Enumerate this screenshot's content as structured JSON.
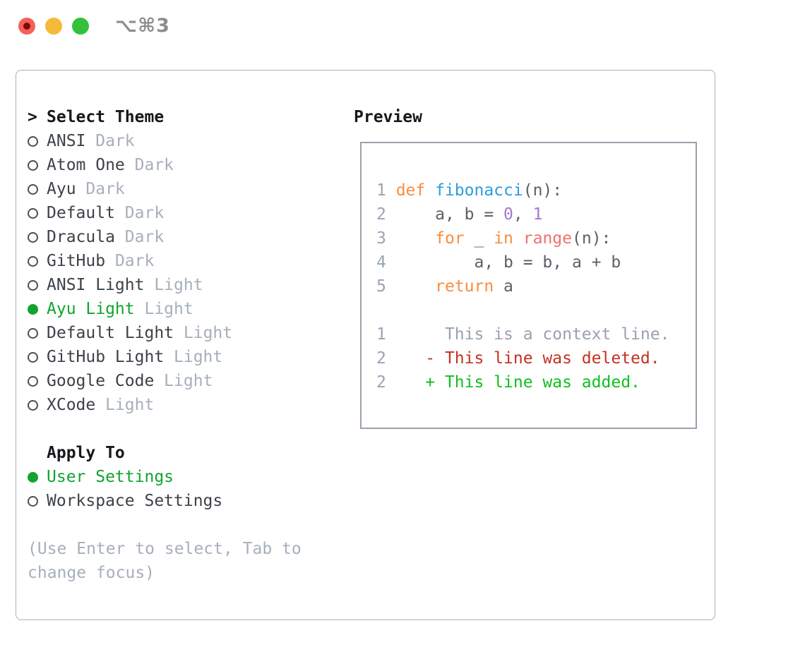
{
  "window": {
    "shortcut_label": "⌥⌘3",
    "traffic_lights": [
      "close",
      "minimize",
      "zoom"
    ]
  },
  "theme_selector": {
    "prompt": ">",
    "title": "Select Theme",
    "items": [
      {
        "name": "ANSI",
        "variant": "Dark",
        "selected": false
      },
      {
        "name": "Atom One",
        "variant": "Dark",
        "selected": false
      },
      {
        "name": "Ayu",
        "variant": "Dark",
        "selected": false
      },
      {
        "name": "Default",
        "variant": "Dark",
        "selected": false
      },
      {
        "name": "Dracula",
        "variant": "Dark",
        "selected": false
      },
      {
        "name": "GitHub",
        "variant": "Dark",
        "selected": false
      },
      {
        "name": "ANSI Light",
        "variant": "Light",
        "selected": false
      },
      {
        "name": "Ayu Light",
        "variant": "Light",
        "selected": true
      },
      {
        "name": "Default Light",
        "variant": "Light",
        "selected": false
      },
      {
        "name": "GitHub Light",
        "variant": "Light",
        "selected": false
      },
      {
        "name": "Google Code",
        "variant": "Light",
        "selected": false
      },
      {
        "name": "XCode",
        "variant": "Light",
        "selected": false
      }
    ]
  },
  "apply_to": {
    "title": "Apply To",
    "items": [
      {
        "label": "User Settings",
        "selected": true
      },
      {
        "label": "Workspace Settings",
        "selected": false
      }
    ]
  },
  "help_text": "(Use Enter to select, Tab to change focus)",
  "preview": {
    "title": "Preview",
    "code_lines": [
      {
        "num": "1",
        "segments": [
          {
            "t": "def ",
            "c": "keyword"
          },
          {
            "t": "fibonacci",
            "c": "function"
          },
          {
            "t": "(n):",
            "c": "plain"
          }
        ]
      },
      {
        "num": "2",
        "segments": [
          {
            "t": "    a, b = ",
            "c": "plain"
          },
          {
            "t": "0",
            "c": "number"
          },
          {
            "t": ", ",
            "c": "plain"
          },
          {
            "t": "1",
            "c": "number"
          }
        ]
      },
      {
        "num": "3",
        "segments": [
          {
            "t": "    ",
            "c": "plain"
          },
          {
            "t": "for",
            "c": "keyword"
          },
          {
            "t": " _ ",
            "c": "plain"
          },
          {
            "t": "in",
            "c": "keyword"
          },
          {
            "t": " ",
            "c": "plain"
          },
          {
            "t": "range",
            "c": "call"
          },
          {
            "t": "(n):",
            "c": "plain"
          }
        ]
      },
      {
        "num": "4",
        "segments": [
          {
            "t": "        a, b = b, a + b",
            "c": "plain"
          }
        ]
      },
      {
        "num": "5",
        "segments": [
          {
            "t": "    ",
            "c": "plain"
          },
          {
            "t": "return",
            "c": "keyword"
          },
          {
            "t": " a",
            "c": "plain"
          }
        ]
      },
      {
        "num": "",
        "segments": []
      },
      {
        "num": "1",
        "segments": [
          {
            "t": "     This is a context line.",
            "c": "context"
          }
        ]
      },
      {
        "num": "2",
        "segments": [
          {
            "t": "   - This line was deleted.",
            "c": "deleted"
          }
        ]
      },
      {
        "num": "2",
        "segments": [
          {
            "t": "   + This line was added.",
            "c": "added"
          }
        ]
      }
    ]
  },
  "colors": {
    "accent_green": "#12a32f",
    "header_text": "#16181c",
    "item_text": "#3d4248",
    "muted": "#a7afbc",
    "panel_border": "#a9b0ba",
    "preview_border": "#9aa2ad",
    "shortcut_text": "#8d8d8d",
    "traffic_red": "#f4605a",
    "traffic_red_dot": "#7c0b06",
    "traffic_yellow": "#f5bb38",
    "traffic_green": "#33c13c",
    "syntax": {
      "line_number": "#9aa3b2",
      "plain": "#5b6067",
      "keyword": "#fa8d3e",
      "function": "#2a9ddf",
      "number": "#a37acc",
      "call": "#f07171",
      "context": "#9aa2ad",
      "deleted": "#c5301f",
      "added": "#0fbf1f"
    }
  }
}
